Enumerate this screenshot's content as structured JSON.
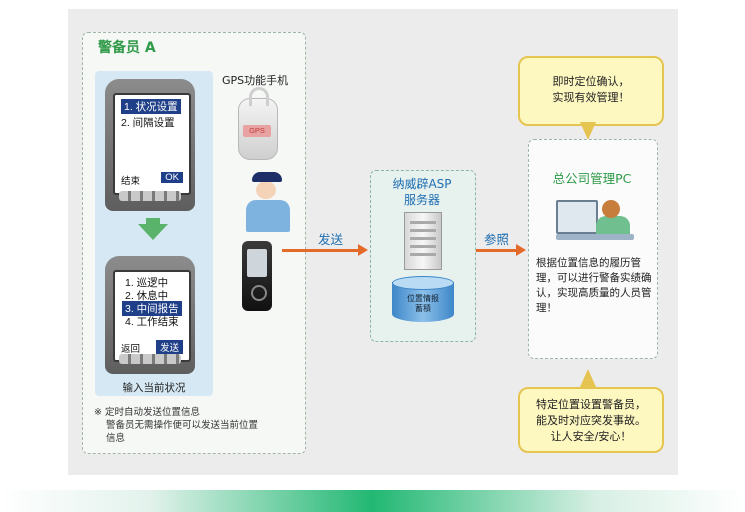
{
  "guard": {
    "title": "警备员 A",
    "phone1": {
      "items": [
        "1. 状况设置",
        "2. 间隔设置"
      ],
      "left_softkey": "结束",
      "right_softkey": "OK"
    },
    "phone2": {
      "items": [
        "1. 巡逻中",
        "2. 休息中",
        "3. 中间报告",
        "4. 工作结束"
      ],
      "left_softkey": "返回",
      "right_softkey": "发送"
    },
    "input_label": "输入当前状况",
    "note_line1": "※ 定时自动发送位置信息",
    "note_line2": "警备员无需操作便可以发送当前位置",
    "note_line3": "信息",
    "gps_label": "GPS功能手机",
    "gps_badge": "GPS"
  },
  "arrows": {
    "send": "发送",
    "view": "参照"
  },
  "asp": {
    "title_line1": "纳威辟ASP",
    "title_line2": "服务器",
    "db_line1": "位置情报",
    "db_line2": "蓄積"
  },
  "pc": {
    "title": "总公司管理PC",
    "desc": "根据位置信息的履历管理，可以进行警备实绩确认，实现高质量的人员管理！"
  },
  "callouts": {
    "top_line1": "即时定位确认，",
    "top_line2": "实现有效管理！",
    "bottom_line1": "特定位置设置警备员，",
    "bottom_line2": "能及时对应突发事故。",
    "bottom_line3": "让人安全/安心！"
  },
  "colors": {
    "title_green": "#2f9a48",
    "label_blue": "#1f6fb2",
    "arrow_orange": "#e46a2a",
    "callout_fill": "#fdf7c0",
    "callout_border": "#e6c451",
    "screen_highlight": "#1f3f88"
  }
}
